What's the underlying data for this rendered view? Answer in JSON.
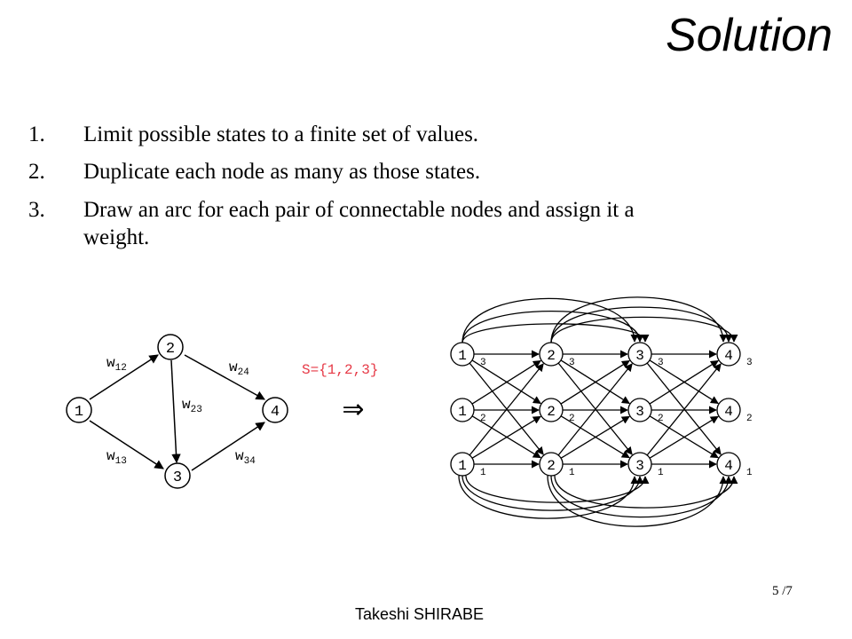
{
  "slide": {
    "title": "Solution",
    "steps": [
      {
        "number": "1.",
        "text": "Limit possible states to a finite set of values."
      },
      {
        "number": "2.",
        "text": "Duplicate each node as many as those states."
      },
      {
        "number": "3.",
        "text": "Draw an arc for each pair of connectable nodes and assign it a weight."
      }
    ],
    "state_set_label": "S={1,2,3}",
    "arrow_symbol": "⇒",
    "footer": {
      "author": "Takeshi SHIRABE",
      "page": "5 /7"
    }
  },
  "small_graph": {
    "nodes": [
      "1",
      "2",
      "3",
      "4"
    ],
    "edges": [
      {
        "from": "1",
        "to": "2",
        "weight": "w",
        "subscript": "12"
      },
      {
        "from": "1",
        "to": "3",
        "weight": "w",
        "subscript": "13"
      },
      {
        "from": "2",
        "to": "3",
        "weight": "w",
        "subscript": "23"
      },
      {
        "from": "2",
        "to": "4",
        "weight": "w",
        "subscript": "24"
      },
      {
        "from": "3",
        "to": "4",
        "weight": "w",
        "subscript": "34"
      }
    ]
  },
  "expanded_graph": {
    "node_labels": [
      "1",
      "2",
      "3",
      "4"
    ],
    "state_labels": [
      "3",
      "2",
      "1"
    ]
  },
  "colors": {
    "state_set_label": "#e63946",
    "ink": "#000000",
    "background": "#ffffff"
  }
}
